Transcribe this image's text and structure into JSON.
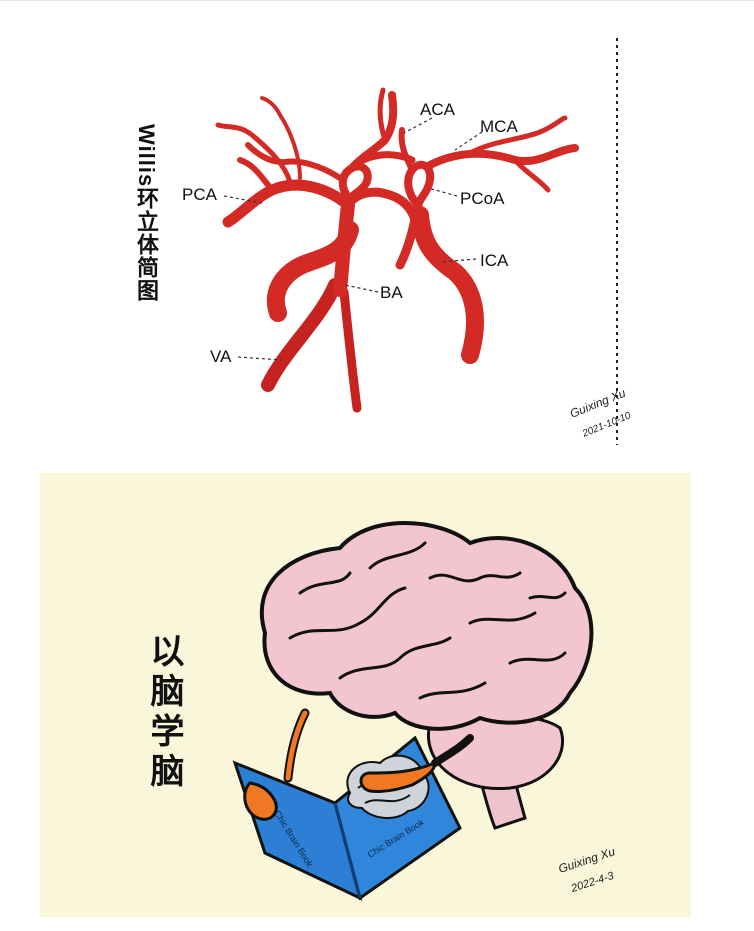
{
  "willis_panel": {
    "title": "Willis环立体简图",
    "labels": {
      "aca": "ACA",
      "mca": "MCA",
      "pca": "PCA",
      "pcoa": "PCoA",
      "ica": "ICA",
      "ba": "BA",
      "va": "VA"
    },
    "signature_name": "Guixing Xu",
    "signature_date": "2021-10-10",
    "colors": {
      "artery": "#d42a26",
      "artery_dark": "#a91c1a"
    }
  },
  "brain_panel": {
    "title": "以脑学脑",
    "book_text": "Chic Brain Book",
    "signature_name": "Guixing Xu",
    "signature_date": "2022-4-3",
    "colors": {
      "background": "#faf6d9",
      "brain": "#f3c6cf",
      "book": "#2c7fd4",
      "hand": "#f07822"
    }
  }
}
